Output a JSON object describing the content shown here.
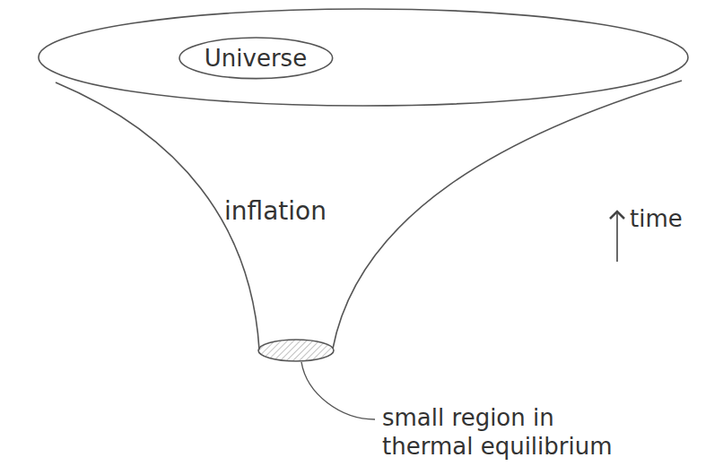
{
  "diagram": {
    "nodes": [
      {
        "text": [
          "inflation"
        ]
      },
      {
        "text": [
          "Universe"
        ],
        "in": 0
      }
    ],
    "labels": [
      "time",
      "small region in thermal equilibrium"
    ]
  }
}
